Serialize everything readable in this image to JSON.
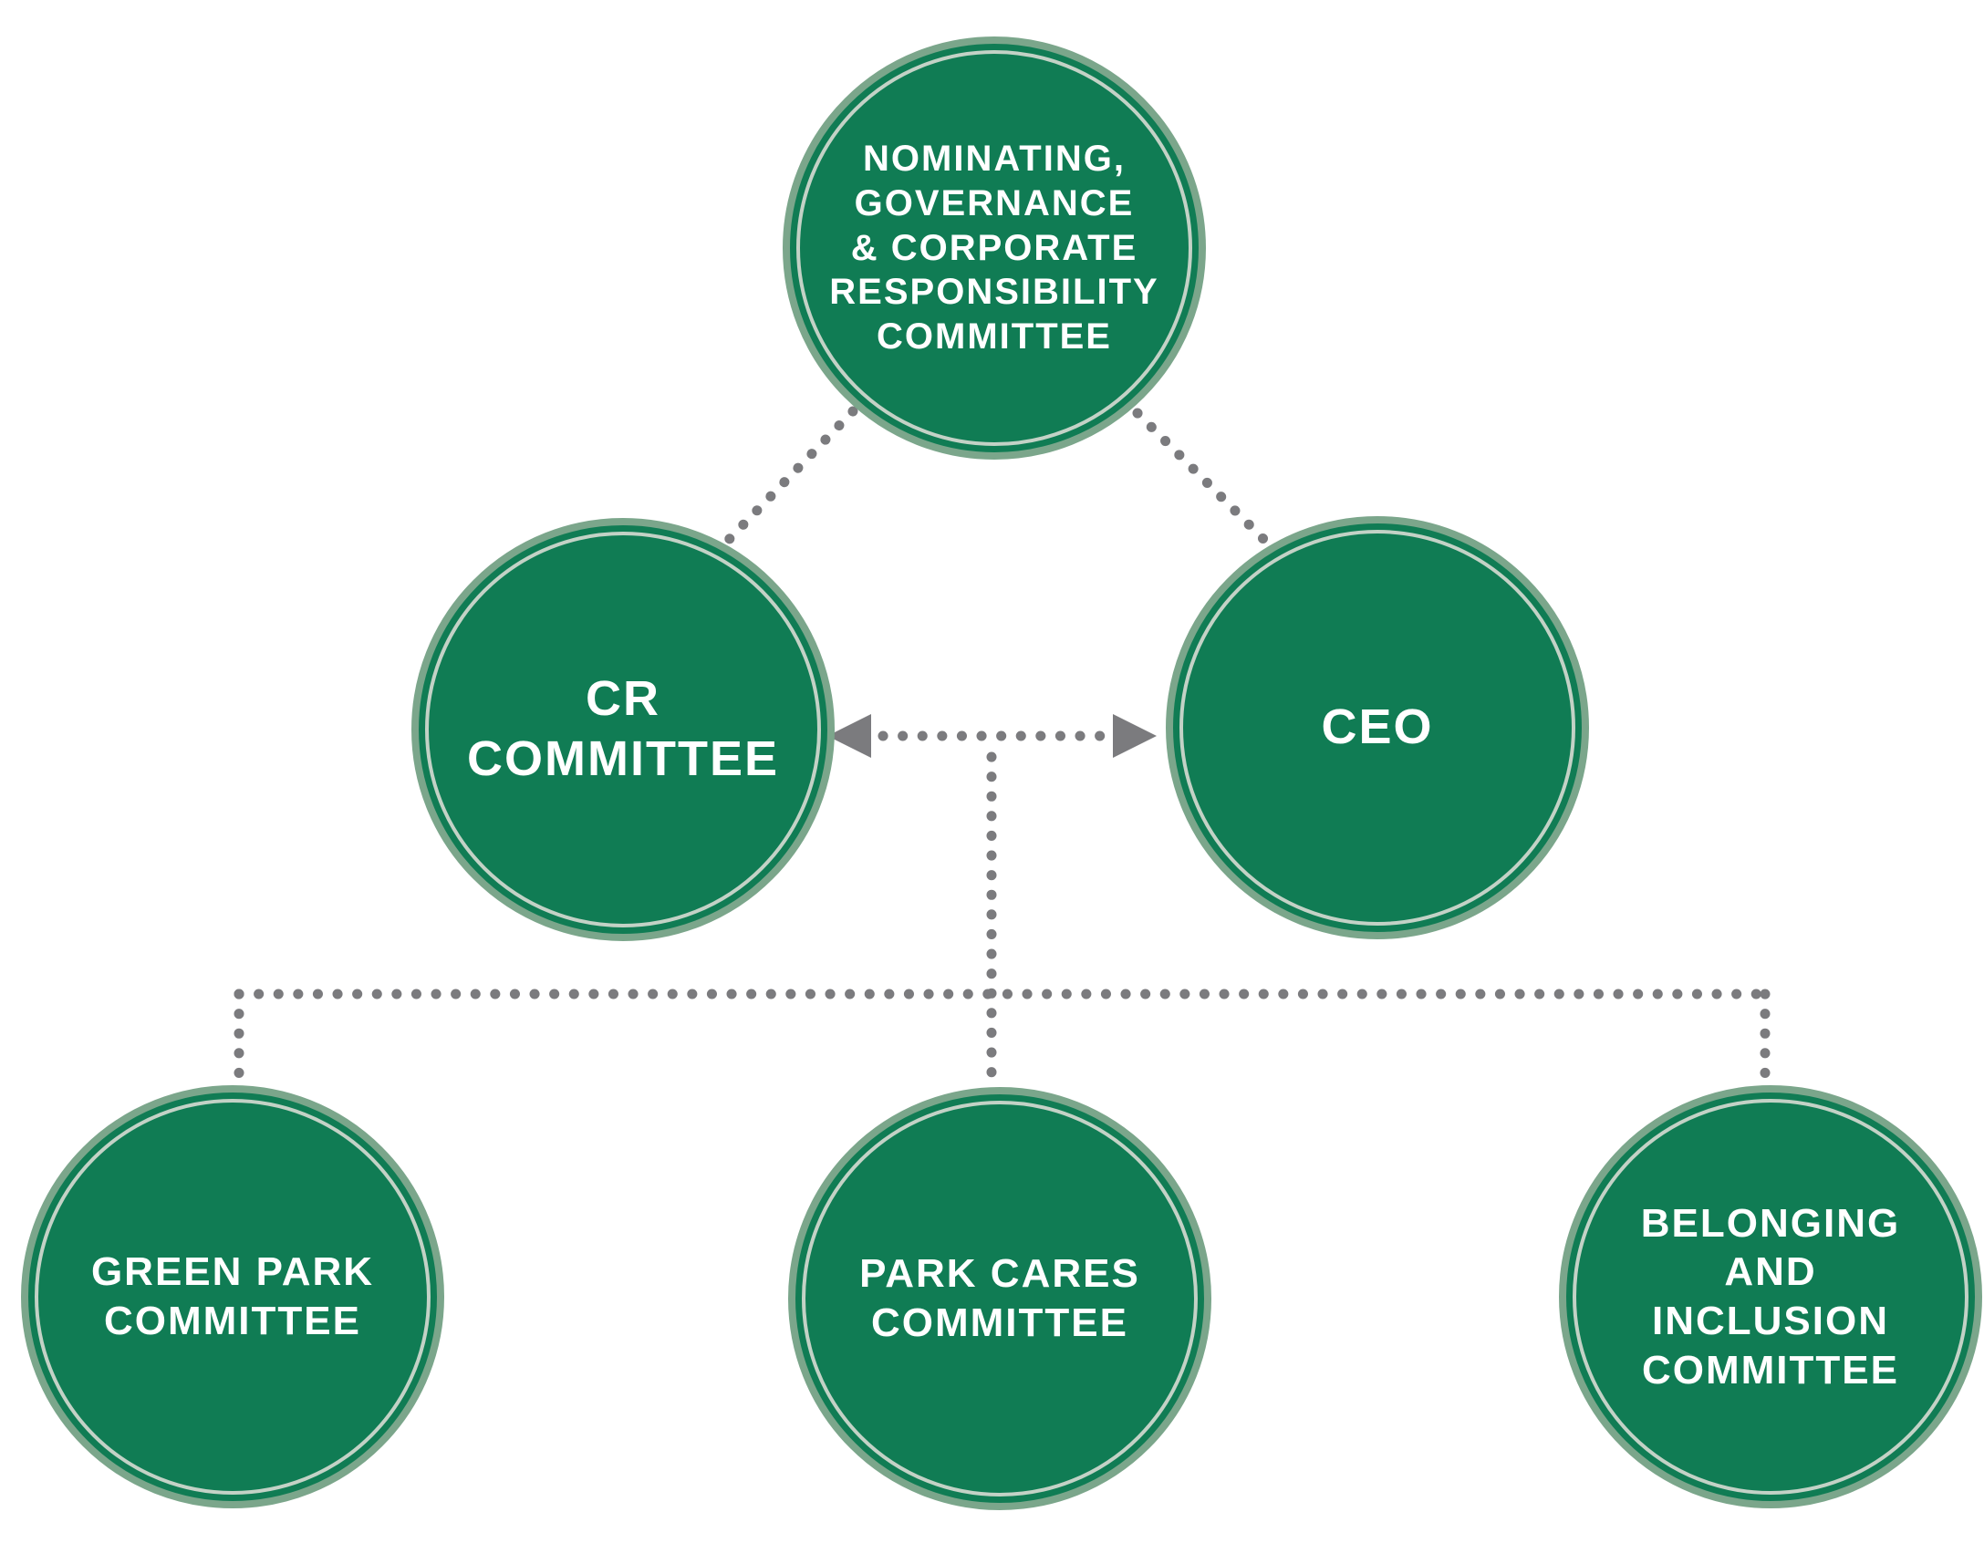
{
  "diagram": {
    "type": "org-chart",
    "colors": {
      "background": "#ffffff",
      "node_fill": "#107c54",
      "node_outer_ring": "#7ba68b",
      "node_inner_ring": "#c3d2c6",
      "connector": "#7b7b7e",
      "label_text": "#ffffff"
    },
    "nodes": [
      {
        "id": "nominating-governance-corporate-responsibility-committee",
        "label": "NOMINATING,\nGOVERNANCE\n& CORPORATE\nRESPONSIBILITY\nCOMMITTEE"
      },
      {
        "id": "cr-committee",
        "label": "CR COMMITTEE"
      },
      {
        "id": "ceo",
        "label": "CEO"
      },
      {
        "id": "green-park-committee",
        "label": "GREEN PARK\nCOMMITTEE"
      },
      {
        "id": "park-cares-committee",
        "label": "PARK CARES\nCOMMITTEE"
      },
      {
        "id": "belonging-and-inclusion-committee",
        "label": "BELONGING\nAND\nINCLUSION\nCOMMITTEE"
      }
    ],
    "connections": [
      {
        "from": "nominating-governance-corporate-responsibility-committee",
        "to": "cr-committee",
        "style": "dotted",
        "arrows": "none"
      },
      {
        "from": "nominating-governance-corporate-responsibility-committee",
        "to": "ceo",
        "style": "dotted",
        "arrows": "none"
      },
      {
        "from": "cr-committee",
        "to": "ceo",
        "style": "dotted",
        "arrows": "both"
      },
      {
        "from": "cr-ceo-link",
        "to": "green-park-committee",
        "style": "dotted",
        "arrows": "none"
      },
      {
        "from": "cr-ceo-link",
        "to": "park-cares-committee",
        "style": "dotted",
        "arrows": "none"
      },
      {
        "from": "cr-ceo-link",
        "to": "belonging-and-inclusion-committee",
        "style": "dotted",
        "arrows": "none"
      }
    ]
  }
}
